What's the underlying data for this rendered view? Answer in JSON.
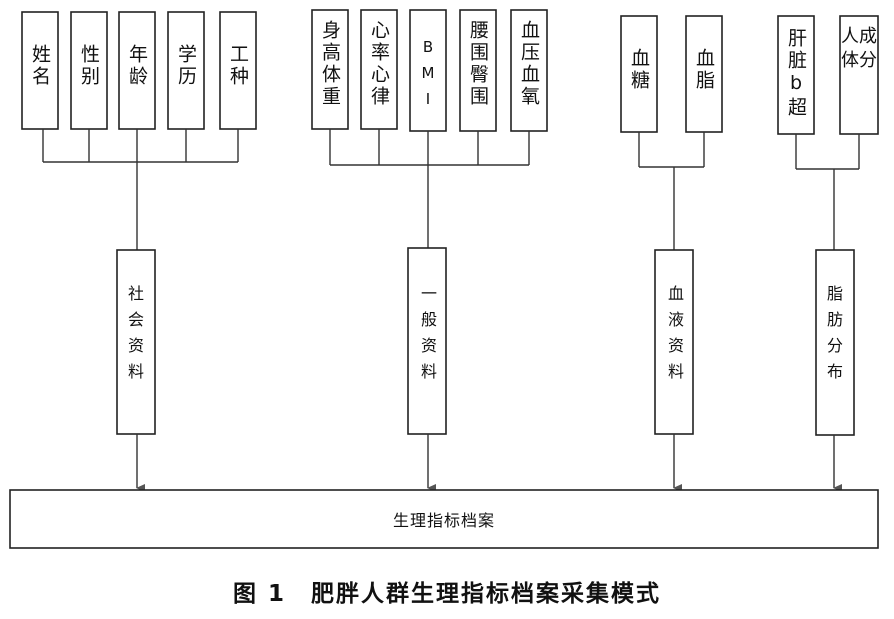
{
  "groups": [
    {
      "label": "社会资料",
      "items": [
        "姓名",
        "性别",
        "年龄",
        "学历",
        "工种"
      ]
    },
    {
      "label": "一般资料",
      "items": [
        "身高体重",
        "心率心律",
        "BMI",
        "腰围臀围",
        "血压血氧"
      ]
    },
    {
      "label": "血液资料",
      "items": [
        "血糖",
        "血脂"
      ]
    },
    {
      "label": "脂肪分布",
      "items": [
        "肝脏b超",
        "人体成分"
      ]
    }
  ],
  "target": "生理指标档案",
  "caption": "图 1　肥胖人群生理指标档案采集模式"
}
